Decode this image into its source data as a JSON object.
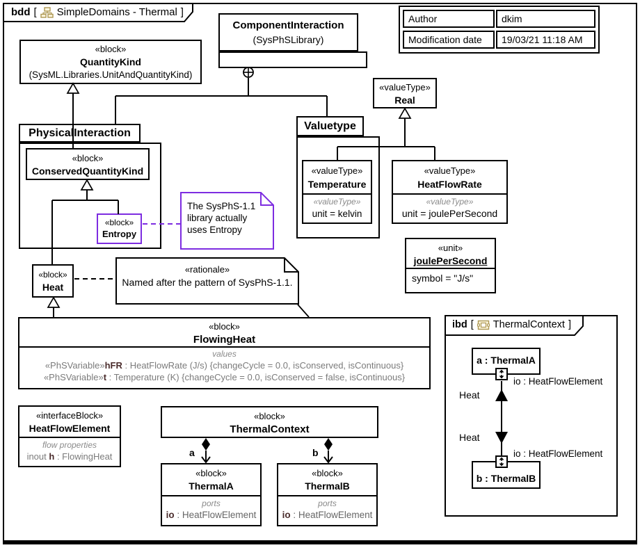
{
  "frame": {
    "kind": "bdd",
    "lb": "[",
    "rb": "]",
    "title": "SimpleDomains - Thermal"
  },
  "meta": {
    "author_label": "Author",
    "author_value": "dkim",
    "mod_label": "Modification date",
    "mod_value": "19/03/21 11:18 AM"
  },
  "blocks": {
    "quantity_kind": {
      "st": "«block»",
      "name": "QuantityKind",
      "sub": "(SysML.Libraries.UnitAndQuantityKind)"
    },
    "component_interaction": {
      "name": "ComponentInteraction",
      "sub": "(SysPhSLibrary)"
    },
    "real": {
      "st": "«valueType»",
      "name": "Real"
    },
    "physical_interaction": {
      "name": "PhysicalInteraction"
    },
    "conserved_quantity_kind": {
      "st": "«block»",
      "name": "ConservedQuantityKind"
    },
    "entropy": {
      "st": "«block»",
      "name": "Entropy"
    },
    "valuetype_pkg": {
      "name": "Valuetype"
    },
    "temperature": {
      "st": "«valueType»",
      "name": "Temperature",
      "cst": "«valueType»",
      "val": "unit = kelvin"
    },
    "heat_flow_rate": {
      "st": "«valueType»",
      "name": "HeatFlowRate",
      "cst": "«valueType»",
      "val": "unit = joulePerSecond"
    },
    "joule_per_second": {
      "st": "«unit»",
      "name": "joulePerSecond",
      "val": "symbol = \"J/s\""
    },
    "heat": {
      "st": "«block»",
      "name": "Heat"
    },
    "flowing_heat": {
      "st": "«block»",
      "name": "FlowingHeat",
      "comp_label": "values",
      "v1_st": "«PhSVariable»",
      "v1_name": "hFR",
      "v1_rest": " : HeatFlowRate (J/s) {changeCycle = 0.0, isConserved, isContinuous}",
      "v2_st": "«PhSVariable»",
      "v2_name": "t",
      "v2_rest": " : Temperature (K) {changeCycle = 0.0, isConserved = false, isContinuous}"
    },
    "heat_flow_element": {
      "st": "«interfaceBlock»",
      "name": "HeatFlowElement",
      "comp_label": "flow properties",
      "fp_mod": "inout ",
      "fp_name": "h",
      "fp_rest": " : FlowingHeat"
    },
    "thermal_context": {
      "st": "«block»",
      "name": "ThermalContext"
    },
    "thermal_a": {
      "st": "«block»",
      "name": "ThermalA",
      "comp_label": "ports",
      "p_name": "io",
      "p_rest": " : HeatFlowElement"
    },
    "thermal_b": {
      "st": "«block»",
      "name": "ThermalB",
      "comp_label": "ports",
      "p_name": "io",
      "p_rest": " : HeatFlowElement"
    }
  },
  "notes": {
    "entropy_note_l1": "The SysPhS-1.1",
    "entropy_note_l2": "library actually",
    "entropy_note_l3": "uses Entropy",
    "rationale_st": "«rationale»",
    "rationale_text": "Named after the pattern of SysPhS-1.1."
  },
  "edges": {
    "a_label": "a",
    "b_label": "b"
  },
  "ibd": {
    "kind": "ibd",
    "lb": "[",
    "rb": "]",
    "title": "ThermalContext",
    "part_a": "a : ThermalA",
    "part_b": "b : ThermalB",
    "port_a_label": "io : HeatFlowElement",
    "port_b_label": "io : HeatFlowElement",
    "flow1": "Heat",
    "flow2": "Heat"
  }
}
